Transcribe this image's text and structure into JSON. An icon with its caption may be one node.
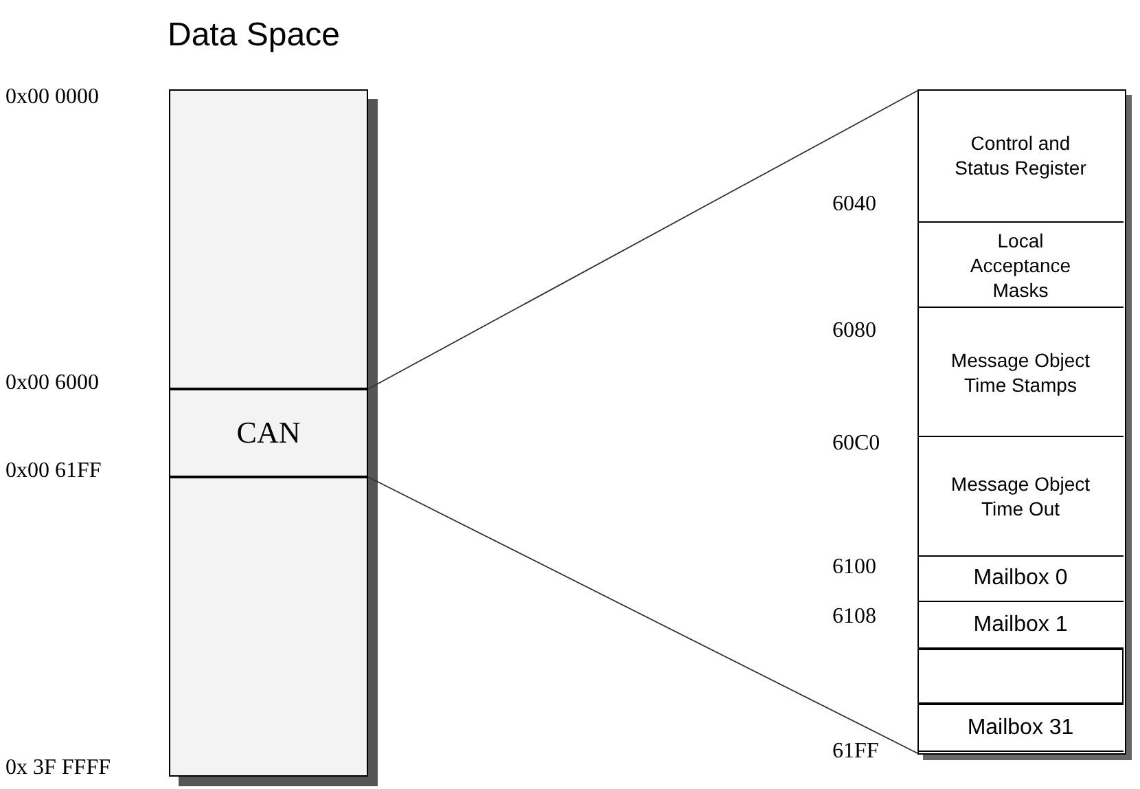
{
  "diagram": {
    "title": "Data Space",
    "nodes": [
      {
        "text": [],
        "shape": "box"
      },
      {
        "text": [
          "CAN"
        ]
      },
      {
        "text": [],
        "shape": "box"
      },
      {
        "text": [],
        "shape": "box"
      },
      {
        "text": [
          "Control and Status Register"
        ],
        "in": 3
      },
      {
        "text": [
          "Local Acceptance Masks"
        ],
        "in": 3
      },
      {
        "text": [
          "Message Object Time Stamps"
        ],
        "in": 3
      },
      {
        "text": [
          "Message Object Time Out"
        ],
        "in": 3
      },
      {
        "text": [
          "Mailbox 0"
        ],
        "in": 3
      },
      {
        "text": [
          "Mailbox 1"
        ],
        "in": 3
      },
      {
        "text": [],
        "shape": "box",
        "in": 3
      },
      {
        "text": [
          "Mailbox 31"
        ],
        "in": 3
      }
    ],
    "edges": [
      {
        "from": 1,
        "to": 3,
        "arrow": "none"
      },
      {
        "from": 1,
        "to": 3,
        "arrow": "none"
      }
    ],
    "labels": [
      "0x00 0000",
      "6040",
      "6080",
      "0x00 6000",
      "60C0",
      "0x00 61FF",
      "6100",
      "6108",
      "61FF",
      "0x 3F FFFF"
    ]
  }
}
